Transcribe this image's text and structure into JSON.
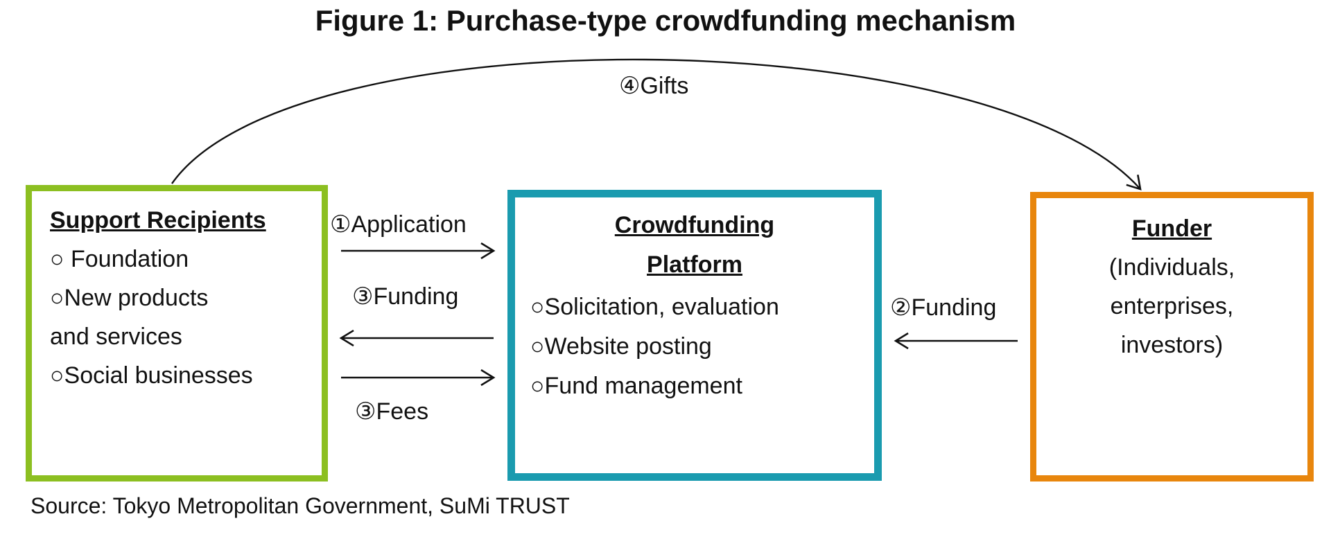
{
  "figure": {
    "title": "Figure 1: Purchase-type crowdfunding mechanism",
    "source": "Source: Tokyo Metropolitan Government, SuMi TRUST"
  },
  "colors": {
    "support_recipients_border": "#8CBF21",
    "platform_border": "#1A9BAF",
    "funder_border": "#E8860D",
    "arrow": "#111111"
  },
  "boxes": {
    "support_recipients": {
      "title": "Support Recipients",
      "lines": [
        "○ Foundation",
        "○New products",
        "and services",
        "○Social businesses"
      ]
    },
    "platform": {
      "title_lines": [
        "Crowdfunding",
        "Platform"
      ],
      "lines": [
        "○Solicitation, evaluation",
        "○Website posting",
        "○Fund management"
      ]
    },
    "funder": {
      "title": "Funder",
      "lines": [
        "(Individuals,",
        "enterprises,",
        "investors)"
      ]
    }
  },
  "arrow_labels": {
    "application": "①Application",
    "funding_platform_to_recipients": "③Funding",
    "fees": "③Fees",
    "funding_funder_to_platform": "②Funding",
    "gifts": "④Gifts"
  }
}
